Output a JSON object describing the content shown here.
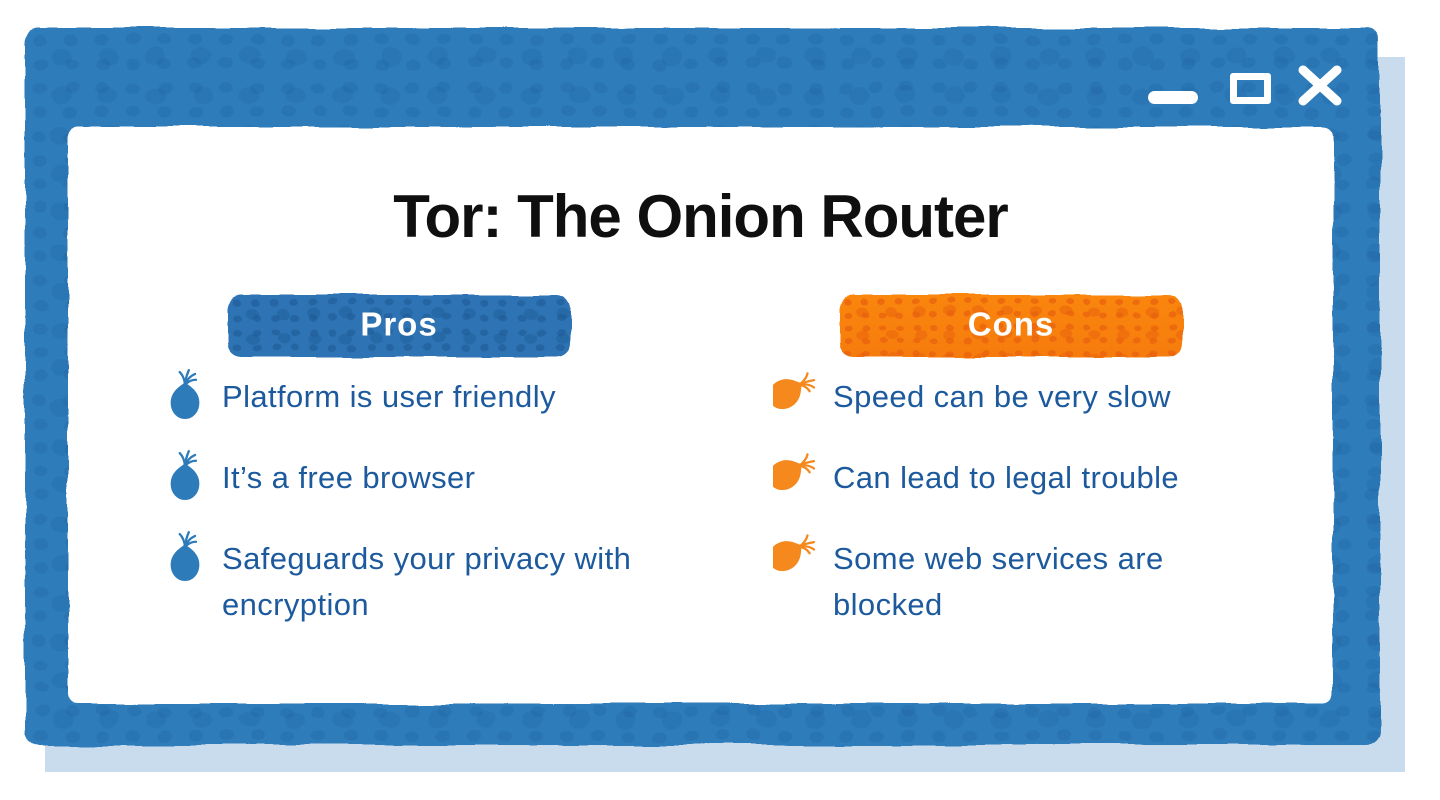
{
  "window": {
    "title": "Tor: The Onion Router",
    "controls": [
      "minimize",
      "maximize",
      "close"
    ]
  },
  "columns": {
    "pros": {
      "label": "Pros",
      "items": [
        "Platform is user friendly",
        "It’s a free browser",
        "Safeguards your privacy with encryption"
      ]
    },
    "cons": {
      "label": "Cons",
      "items": [
        "Speed can be very slow",
        "Can lead to legal trouble",
        "Some web services are blocked"
      ]
    }
  },
  "icons": {
    "pros_bullet": "blue-onion-icon",
    "cons_bullet": "orange-onion-icon"
  },
  "colors": {
    "frame_blue": "#2e7bba",
    "pros_blue": "#2d73b4",
    "cons_orange": "#f8830f",
    "list_text_blue": "#1d5a9d",
    "shadow_blue": "#c9dcee",
    "title_black": "#0f0f0f"
  }
}
